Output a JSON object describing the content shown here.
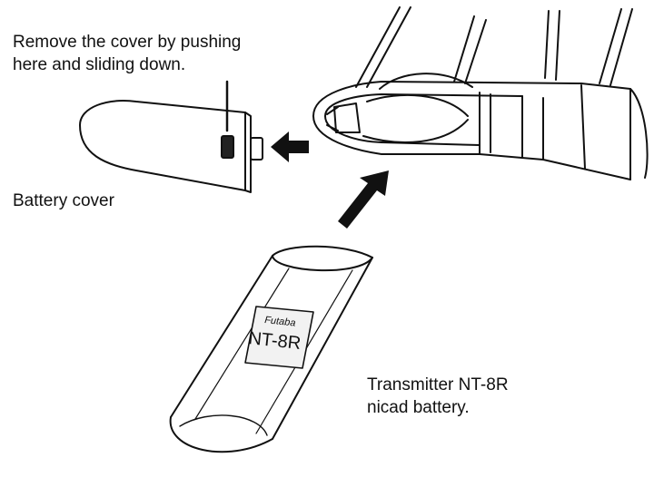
{
  "labels": {
    "instruction_line1": "Remove the cover by pushing",
    "instruction_line2": "here and sliding down.",
    "battery_cover": "Battery cover",
    "battery_line1": "Transmitter NT-8R",
    "battery_line2": "nicad battery."
  },
  "battery_sticker": {
    "brand": "Futaba",
    "model": "NT-8R"
  },
  "colors": {
    "ink": "#111111",
    "paper": "#ffffff",
    "sticker": "#f2f2f2"
  }
}
